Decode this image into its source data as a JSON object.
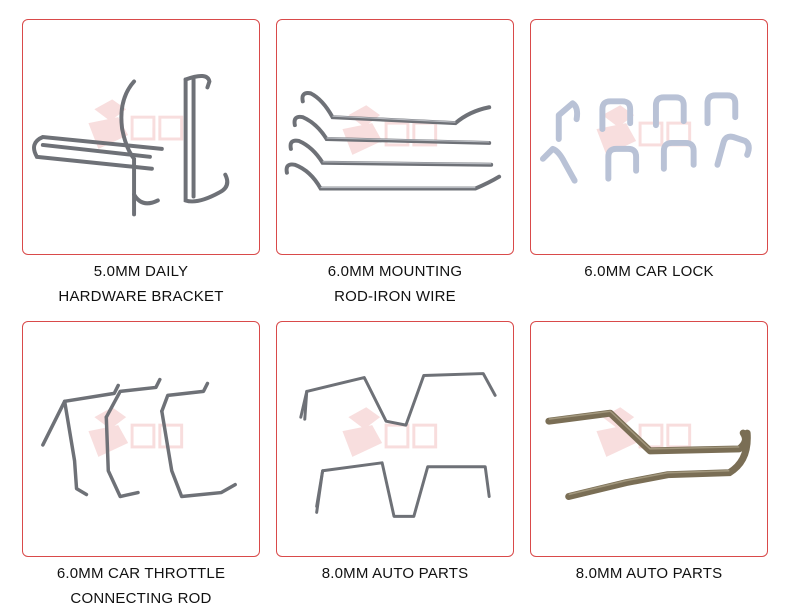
{
  "products": [
    {
      "id": "bracket",
      "caption_lines": [
        "5.0MM DAILY",
        "HARDWARE BRACKET"
      ]
    },
    {
      "id": "mounting-rod",
      "caption_lines": [
        "6.0MM MOUNTING",
        "ROD-IRON WIRE"
      ]
    },
    {
      "id": "car-lock",
      "caption_lines": [
        "6.0MM CAR LOCK"
      ]
    },
    {
      "id": "throttle-rod",
      "caption_lines": [
        "6.0MM CAR THROTTLE",
        "CONNECTING ROD"
      ]
    },
    {
      "id": "auto-parts-1",
      "caption_lines": [
        "8.0MM AUTO PARTS"
      ]
    },
    {
      "id": "auto-parts-2",
      "caption_lines": [
        "8.0MM AUTO PARTS"
      ]
    }
  ],
  "colors": {
    "card_border": "#d94a4a",
    "wire": "#6e7177",
    "wire_highlight": "#c9ccd1",
    "coated_wire": "#b9c2d6",
    "bronze_wire": "#7a6e55"
  }
}
